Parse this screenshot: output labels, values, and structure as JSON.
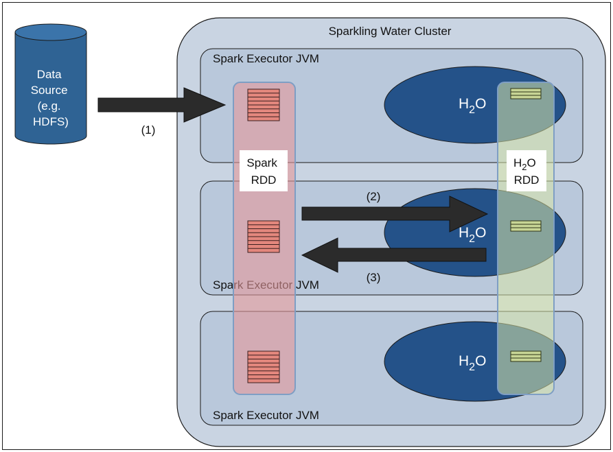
{
  "cluster": {
    "title": "Sparkling Water Cluster"
  },
  "data_source": {
    "lines": [
      "Data",
      "Source",
      "(e.g.",
      "HDFS)"
    ]
  },
  "executors": [
    {
      "label": "Spark Executor JVM"
    },
    {
      "label": "Spark Executor JVM"
    },
    {
      "label": "Spark Executor JVM"
    }
  ],
  "h2o_node": {
    "main": "H",
    "sub": "2",
    "tail": "O"
  },
  "spark_rdd": {
    "line1": "Spark",
    "line2": "RDD"
  },
  "h2o_rdd": {
    "main": "H",
    "sub": "2",
    "tail": "O",
    "line2": "RDD"
  },
  "arrows": [
    {
      "label": "(1)"
    },
    {
      "label": "(2)"
    },
    {
      "label": "(3)"
    }
  ],
  "colors": {
    "cluster_fill": "#c9d4e2",
    "executor_fill": "#b9c8db",
    "h2o_ellipse": "#245289",
    "spark_rdd_band": "#dba5a7",
    "h2o_rdd_band": "#ccd9a9",
    "partition_red": "#e3877d",
    "partition_green": "#c7d595",
    "arrow": "#2b2b2b",
    "cylinder": "#2f6394"
  }
}
